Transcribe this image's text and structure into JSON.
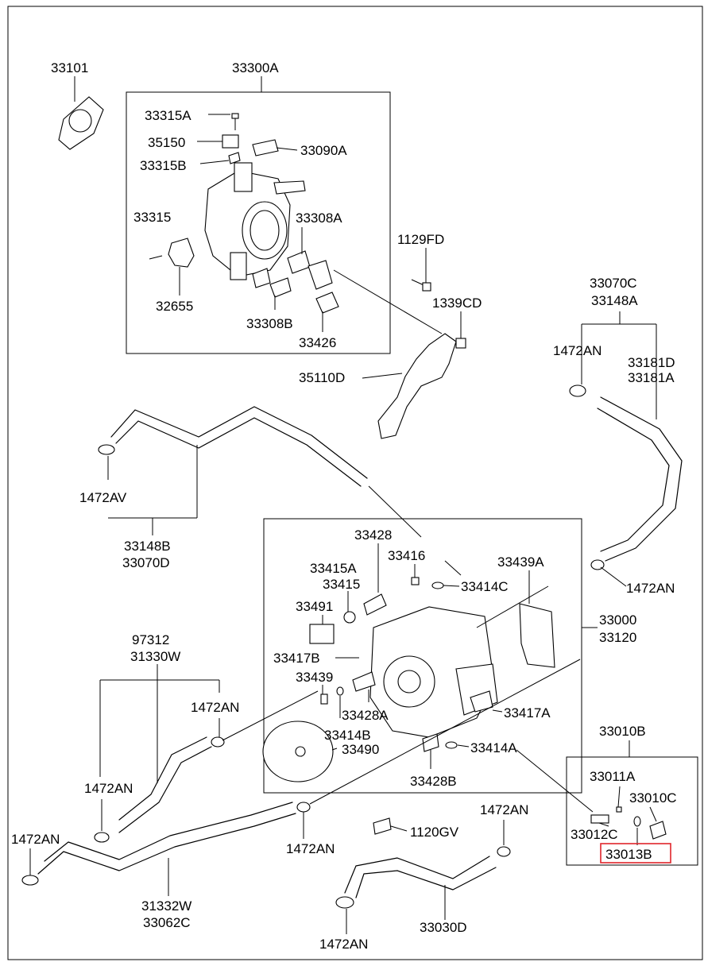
{
  "callouts": {
    "c33101": "33101",
    "c33300A": "33300A",
    "c33315A": "33315A",
    "c35150": "35150",
    "c33090A": "33090A",
    "c33315B": "33315B",
    "c33315": "33315",
    "c33308A": "33308A",
    "c32655": "32655",
    "c33308B": "33308B",
    "c33426": "33426",
    "c1129FD": "1129FD",
    "c1339CD": "1339CD",
    "c35110D": "35110D",
    "c33070C": "33070C",
    "c33148A": "33148A",
    "c1472AN_a": "1472AN",
    "c33181D": "33181D",
    "c33181A": "33181A",
    "c1472AV": "1472AV",
    "c33148B": "33148B",
    "c33070D": "33070D",
    "c33428": "33428",
    "c33416": "33416",
    "c33415A": "33415A",
    "c33415": "33415",
    "c33414C": "33414C",
    "c33439A": "33439A",
    "c33491": "33491",
    "c1472AN_b": "1472AN",
    "c33000": "33000",
    "c33120": "33120",
    "c97312": "97312",
    "c31330W": "31330W",
    "c33417B": "33417B",
    "c33439": "33439",
    "c1472AN_c": "1472AN",
    "c33428A": "33428A",
    "c33417A": "33417A",
    "c33414B": "33414B",
    "c33490": "33490",
    "c33414A": "33414A",
    "c33010B": "33010B",
    "c1472AN_d": "1472AN",
    "c33428B": "33428B",
    "c33011A": "33011A",
    "c33010C": "33010C",
    "c1472AN_e": "1472AN",
    "c1120GV": "1120GV",
    "c33012C": "33012C",
    "c33013B": "33013B",
    "c1472AN_f": "1472AN",
    "c1472AN_g": "1472AN",
    "c31332W": "31332W",
    "c33062C": "33062C",
    "c33030D": "33030D",
    "c1472AN_h": "1472AN"
  },
  "highlight_color": "#e0252b"
}
